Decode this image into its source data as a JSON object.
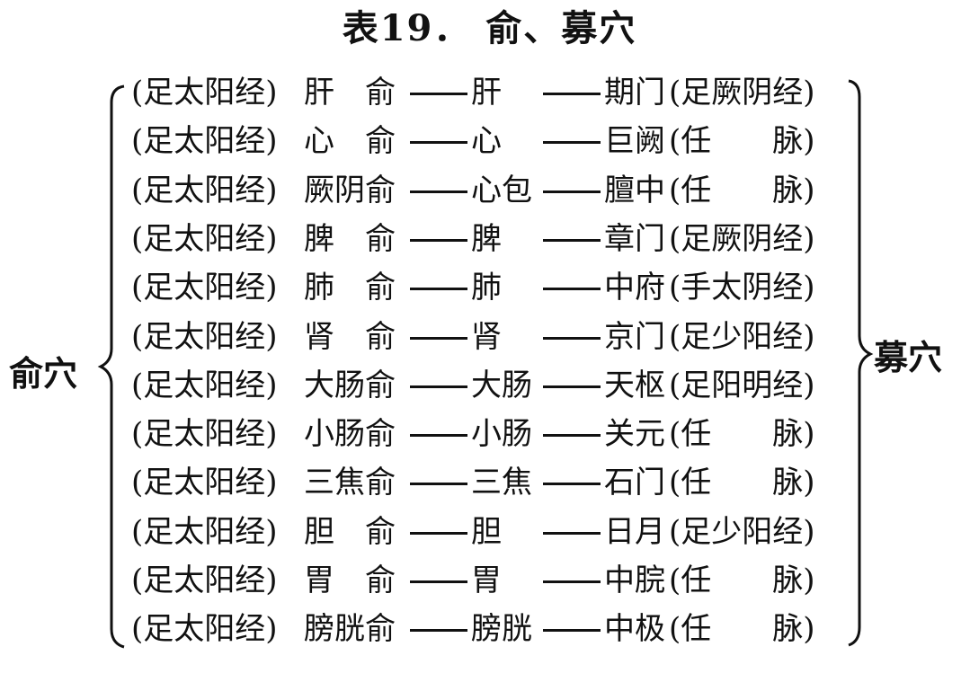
{
  "title": "表19． 俞、募穴",
  "left_label": "俞穴",
  "right_label": "募穴",
  "rows": [
    {
      "meridian": "(足太阳经)",
      "shu": "肝　俞",
      "organ": "肝",
      "mu": "期门",
      "mu_meridian": "(足厥阴经)"
    },
    {
      "meridian": "(足太阳经)",
      "shu": "心　俞",
      "organ": "心",
      "mu": "巨阙",
      "mu_meridian": "(任　　脉)"
    },
    {
      "meridian": "(足太阳经)",
      "shu": "厥阴俞",
      "organ": "心包",
      "mu": "膻中",
      "mu_meridian": "(任　　脉)"
    },
    {
      "meridian": "(足太阳经)",
      "shu": "脾　俞",
      "organ": "脾",
      "mu": "章门",
      "mu_meridian": "(足厥阴经)"
    },
    {
      "meridian": "(足太阳经)",
      "shu": "肺　俞",
      "organ": "肺",
      "mu": "中府",
      "mu_meridian": "(手太阴经)"
    },
    {
      "meridian": "(足太阳经)",
      "shu": "肾　俞",
      "organ": "肾",
      "mu": "京门",
      "mu_meridian": "(足少阳经)"
    },
    {
      "meridian": "(足太阳经)",
      "shu": "大肠俞",
      "organ": "大肠",
      "mu": "天枢",
      "mu_meridian": "(足阳明经)"
    },
    {
      "meridian": "(足太阳经)",
      "shu": "小肠俞",
      "organ": "小肠",
      "mu": "关元",
      "mu_meridian": "(任　　脉)"
    },
    {
      "meridian": "(足太阳经)",
      "shu": "三焦俞",
      "organ": "三焦",
      "mu": "石门",
      "mu_meridian": "(任　　脉)"
    },
    {
      "meridian": "(足太阳经)",
      "shu": "胆　俞",
      "organ": "胆",
      "mu": "日月",
      "mu_meridian": "(足少阳经)"
    },
    {
      "meridian": "(足太阳经)",
      "shu": "胃　俞",
      "organ": "胃",
      "mu": "中脘",
      "mu_meridian": "(任　　脉)"
    },
    {
      "meridian": "(足太阳经)",
      "shu": "膀胱俞",
      "organ": "膀胱",
      "mu": "中极",
      "mu_meridian": "(任　　脉)"
    }
  ]
}
